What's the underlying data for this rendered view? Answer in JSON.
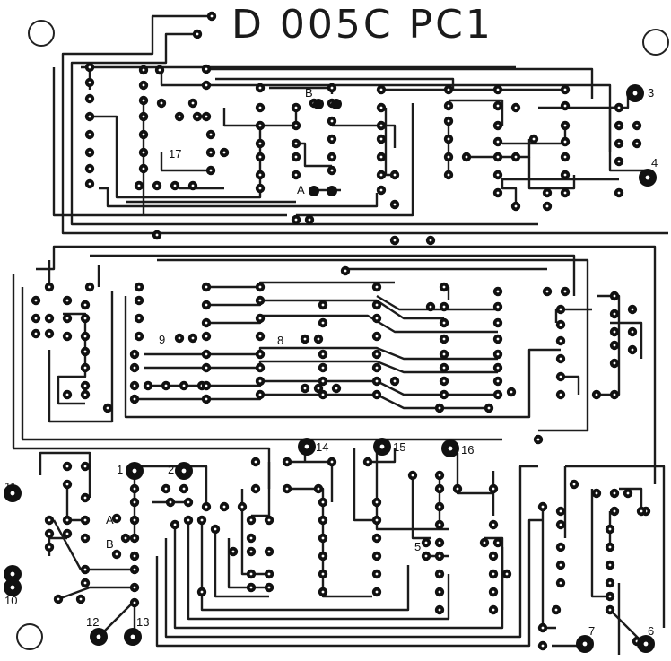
{
  "board": {
    "title": "D 005C PC1",
    "pin_labels": [
      "1",
      "2",
      "3",
      "4",
      "5",
      "6",
      "7",
      "8",
      "9",
      "10",
      "11",
      "12",
      "13",
      "14",
      "15",
      "16",
      "17"
    ],
    "letter_labels": [
      "A",
      "B"
    ]
  }
}
